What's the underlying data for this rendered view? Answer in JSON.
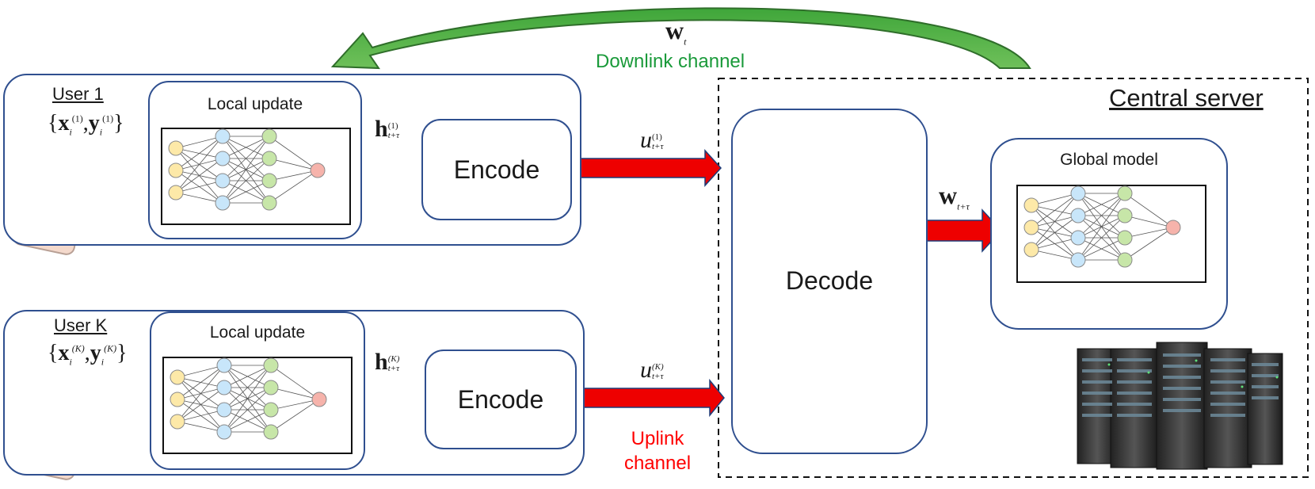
{
  "top_weight": {
    "base": "w",
    "sub": "t"
  },
  "downlink_label": "Downlink channel",
  "uplink_label_line1": "Uplink",
  "uplink_label_line2": "channel",
  "central_server_title": "Central server",
  "decode_label": "Decode",
  "global_model_title": "Global model",
  "global_weight": {
    "base": "w",
    "sub": "t+τ"
  },
  "users": [
    {
      "name": "User 1",
      "data": {
        "open": "{",
        "x": "x",
        "y": "y",
        "sub": "i",
        "sup": "(1)",
        "close": "}"
      },
      "local_update_title": "Local update",
      "h": {
        "base": "h",
        "sub": "t+τ",
        "sup": "(1)"
      },
      "encode_label": "Encode",
      "u": {
        "base": "u",
        "sub": "t+τ",
        "sup": "(1)"
      }
    },
    {
      "name": "User K",
      "data": {
        "open": "{",
        "x": "x",
        "y": "y",
        "sub": "i",
        "sup": "(K)",
        "close": "}"
      },
      "local_update_title": "Local update",
      "h": {
        "base": "h",
        "sub": "t+τ",
        "sup": "(K)"
      },
      "encode_label": "Encode",
      "u": {
        "base": "u",
        "sub": "t+τ",
        "sup": "(K)"
      }
    }
  ],
  "colors": {
    "box_border": "#2f4f8f",
    "arrow_fill": "#ee0000",
    "arrow_stroke": "#1e3c78",
    "downlink_green": "#1a9a3a",
    "uplink_red": "#ff0000",
    "node_input": "#fde9a8",
    "node_hidden1": "#c8e6fa",
    "node_hidden2": "#c7e6a8",
    "node_output": "#f6b3ab"
  },
  "icons": {
    "phone": "smartphone-icon",
    "server": "server-rack-icon"
  }
}
